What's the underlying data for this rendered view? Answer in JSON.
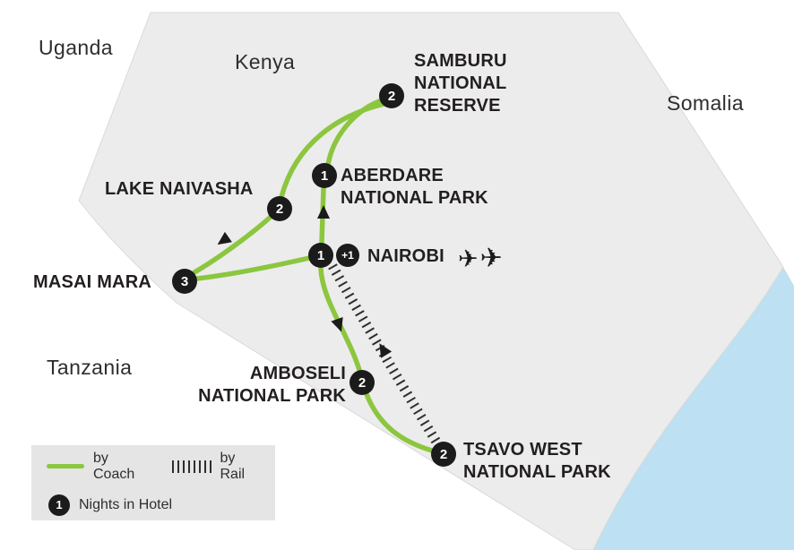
{
  "colors": {
    "land": "#ECECEC",
    "water": "#BDE0F2",
    "route_coach": "#8CC63F",
    "route_rail": "#2E2E2E",
    "marker_bg": "#1B1B1B",
    "marker_text": "#FFFFFF",
    "label_text": "#231F20",
    "country_text": "#2E2E2E",
    "legend_bg": "#E5E5E5"
  },
  "countries": {
    "uganda": "Uganda",
    "kenya": "Kenya",
    "somalia": "Somalia",
    "tanzania": "Tanzania"
  },
  "stops": {
    "samburu": {
      "lines": [
        "SAMBURU",
        "NATIONAL",
        "RESERVE"
      ],
      "nights": "2"
    },
    "aberdare": {
      "lines": [
        "ABERDARE",
        "NATIONAL PARK"
      ],
      "nights": "1"
    },
    "lake_naivasha": {
      "lines": [
        "LAKE NAIVASHA"
      ],
      "nights": "2"
    },
    "nairobi": {
      "lines": [
        "NAIROBI"
      ],
      "nights": "1",
      "extra_nights": "+1"
    },
    "masai_mara": {
      "lines": [
        "MASAI MARA"
      ],
      "nights": "3"
    },
    "amboseli": {
      "lines": [
        "AMBOSELI",
        "NATIONAL PARK"
      ],
      "nights": "2"
    },
    "tsavo_west": {
      "lines": [
        "TSAVO WEST",
        "NATIONAL PARK"
      ],
      "nights": "2"
    }
  },
  "icons": {
    "airplane": "✈"
  },
  "legend": {
    "coach": "by Coach",
    "rail": "by Rail",
    "nights": "Nights in Hotel",
    "nights_badge": "1"
  }
}
